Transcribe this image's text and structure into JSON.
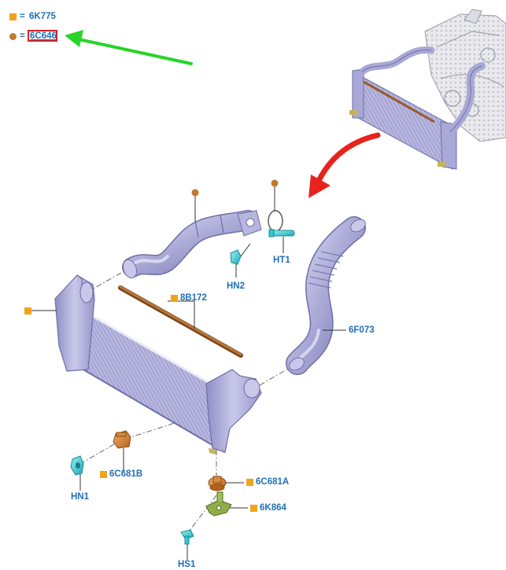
{
  "legend": {
    "square_code": "6K775",
    "circle_code": "6C646",
    "equals": "="
  },
  "labels": {
    "p8B172": "8B172",
    "p6F073": "6F073",
    "pHT1": "HT1",
    "pHN2": "HN2",
    "p6C681B": "6C681B",
    "p6C681A": "6C681A",
    "p6K864": "6K864",
    "pHN1": "HN1",
    "pHS1": "HS1"
  },
  "colors": {
    "label_blue": "#1f6fb8",
    "marker_orange": "#f2a31b",
    "marker_brown": "#c07a2a",
    "part_lavender": "#a9a8d6",
    "part_cyan": "#2ec9d4",
    "strip_brown": "#9a5a26",
    "arrow_red": "#e8231c",
    "arrow_green": "#28d428",
    "highlight_red": "#d62020"
  }
}
